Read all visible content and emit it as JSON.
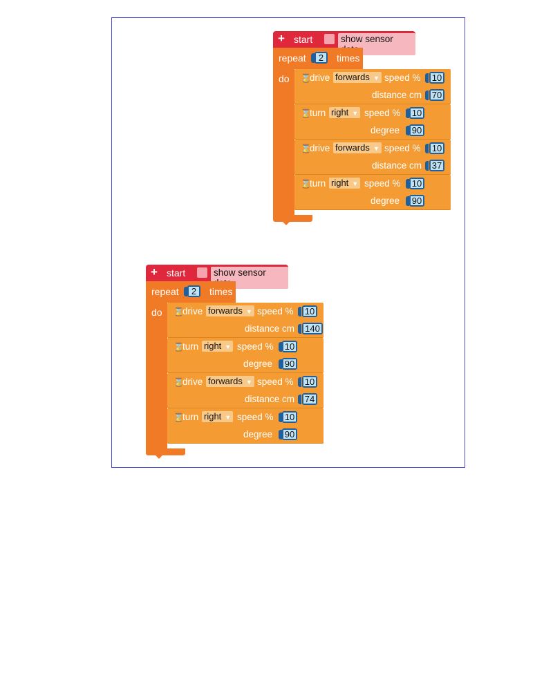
{
  "colors": {
    "hat": "#e0283c",
    "loop": "#f07a25",
    "command": "#f49c33",
    "number_border": "#1f5f9c",
    "number_fill": "#bfe3f5",
    "frame": "#4a4ad6"
  },
  "programs": [
    {
      "start_label": "start",
      "sensor_label": "show sensor data",
      "repeat_label": "repeat",
      "repeat_count": "2",
      "times_label": "times",
      "do_label": "do",
      "commands": [
        {
          "verb": "drive",
          "option": "forwards",
          "speed_label": "speed %",
          "speed": "10",
          "param_label": "distance cm",
          "param": "70"
        },
        {
          "verb": "turn",
          "option": "right",
          "speed_label": "speed %",
          "speed": "10",
          "param_label": "degree",
          "param": "90"
        },
        {
          "verb": "drive",
          "option": "forwards",
          "speed_label": "speed %",
          "speed": "10",
          "param_label": "distance cm",
          "param": "37"
        },
        {
          "verb": "turn",
          "option": "right",
          "speed_label": "speed %",
          "speed": "10",
          "param_label": "degree",
          "param": "90"
        }
      ]
    },
    {
      "start_label": "start",
      "sensor_label": "show sensor data",
      "repeat_label": "repeat",
      "repeat_count": "2",
      "times_label": "times",
      "do_label": "do",
      "commands": [
        {
          "verb": "drive",
          "option": "forwards",
          "speed_label": "speed %",
          "speed": "10",
          "param_label": "distance cm",
          "param": "140"
        },
        {
          "verb": "turn",
          "option": "right",
          "speed_label": "speed %",
          "speed": "10",
          "param_label": "degree",
          "param": "90"
        },
        {
          "verb": "drive",
          "option": "forwards",
          "speed_label": "speed %",
          "speed": "10",
          "param_label": "distance cm",
          "param": "74"
        },
        {
          "verb": "turn",
          "option": "right",
          "speed_label": "speed %",
          "speed": "10",
          "param_label": "degree",
          "param": "90"
        }
      ]
    }
  ]
}
